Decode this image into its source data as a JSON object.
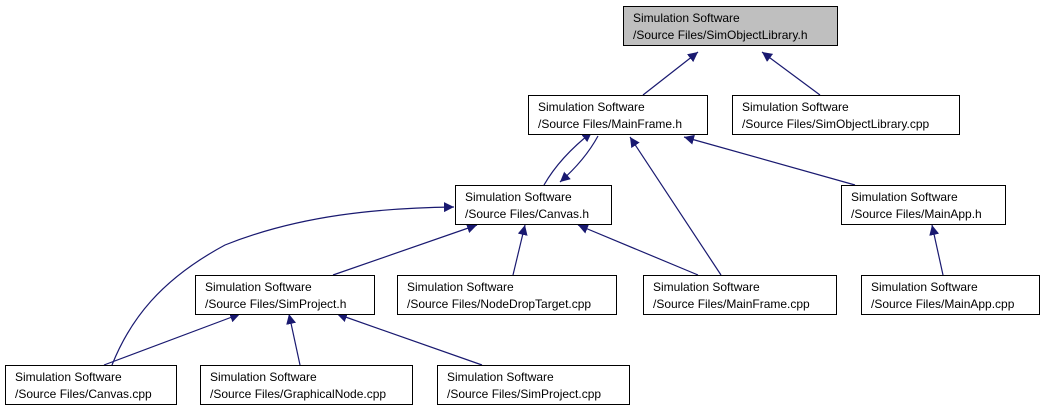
{
  "colors": {
    "edge": "#191970",
    "root_fill": "#bfbfbf",
    "node_fill": "#ffffff",
    "border": "#000000"
  },
  "nodes": {
    "simobjectlibrary_h": {
      "line1": "Simulation Software",
      "line2": "/Source Files/SimObjectLibrary.h"
    },
    "mainframe_h": {
      "line1": "Simulation Software",
      "line2": "/Source Files/MainFrame.h"
    },
    "simobjectlibrary_cpp": {
      "line1": "Simulation Software",
      "line2": "/Source Files/SimObjectLibrary.cpp"
    },
    "canvas_h": {
      "line1": "Simulation Software",
      "line2": "/Source Files/Canvas.h"
    },
    "mainapp_h": {
      "line1": "Simulation Software",
      "line2": "/Source Files/MainApp.h"
    },
    "simproject_h": {
      "line1": "Simulation Software",
      "line2": "/Source Files/SimProject.h"
    },
    "nodedroptarget_cpp": {
      "line1": "Simulation Software",
      "line2": "/Source Files/NodeDropTarget.cpp"
    },
    "mainframe_cpp": {
      "line1": "Simulation Software",
      "line2": "/Source Files/MainFrame.cpp"
    },
    "mainapp_cpp": {
      "line1": "Simulation Software",
      "line2": "/Source Files/MainApp.cpp"
    },
    "canvas_cpp": {
      "line1": "Simulation Software",
      "line2": "/Source Files/Canvas.cpp"
    },
    "graphicalnode_cpp": {
      "line1": "Simulation Software",
      "line2": "/Source Files/GraphicalNode.cpp"
    },
    "simproject_cpp": {
      "line1": "Simulation Software",
      "line2": "/Source Files/SimProject.cpp"
    }
  }
}
